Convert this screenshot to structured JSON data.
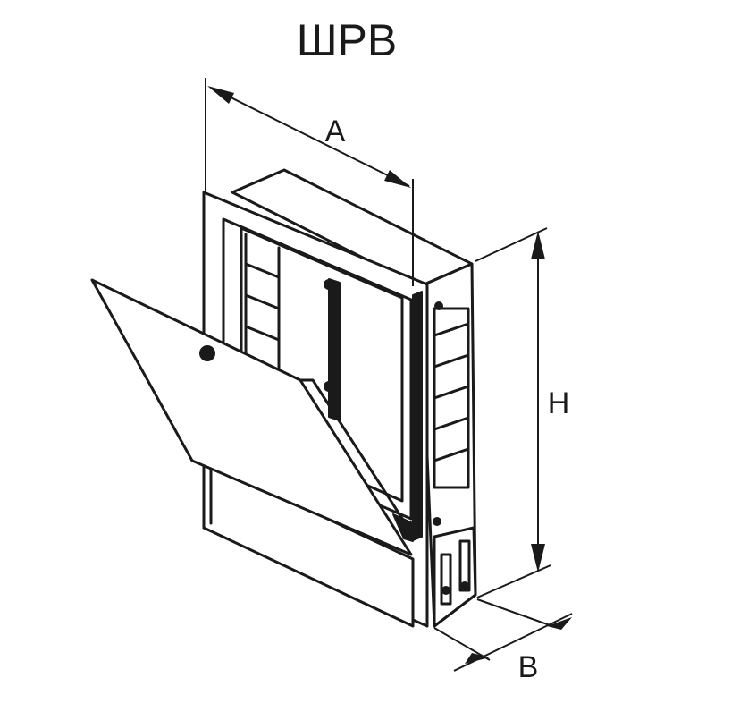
{
  "title": "ШРВ",
  "dimensions": {
    "width_label": "A",
    "height_label": "H",
    "depth_label": "B"
  }
}
